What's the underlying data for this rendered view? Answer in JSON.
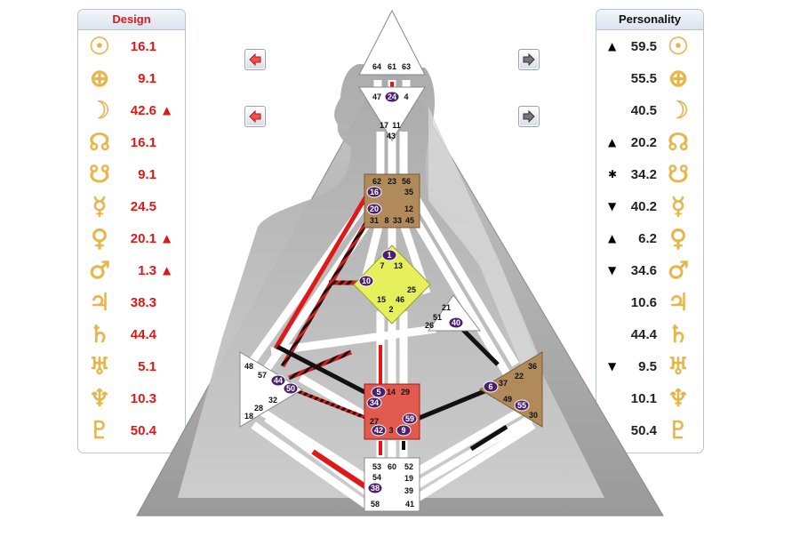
{
  "design": {
    "title": "Design",
    "rows": [
      {
        "glyph": "☉",
        "icon": "sun-icon",
        "value": "16.1",
        "mark": ""
      },
      {
        "glyph": "⊕",
        "icon": "earth-icon",
        "value": "9.1",
        "mark": ""
      },
      {
        "glyph": "☽",
        "icon": "moon-icon",
        "value": "42.6",
        "mark": "▲"
      },
      {
        "glyph": "☊",
        "icon": "north-node-icon",
        "value": "16.1",
        "mark": ""
      },
      {
        "glyph": "☋",
        "icon": "south-node-icon",
        "value": "9.1",
        "mark": ""
      },
      {
        "glyph": "☿",
        "icon": "mercury-icon",
        "value": "24.5",
        "mark": ""
      },
      {
        "glyph": "♀",
        "icon": "venus-icon",
        "value": "20.1",
        "mark": "▲"
      },
      {
        "glyph": "♂",
        "icon": "mars-icon",
        "value": "1.3",
        "mark": "▲"
      },
      {
        "glyph": "♃",
        "icon": "jupiter-icon",
        "value": "38.3",
        "mark": ""
      },
      {
        "glyph": "♄",
        "icon": "saturn-icon",
        "value": "44.4",
        "mark": ""
      },
      {
        "glyph": "♅",
        "icon": "uranus-icon",
        "value": "5.1",
        "mark": ""
      },
      {
        "glyph": "♆",
        "icon": "neptune-icon",
        "value": "10.3",
        "mark": ""
      },
      {
        "glyph": "♇",
        "icon": "pluto-icon",
        "value": "50.4",
        "mark": ""
      }
    ]
  },
  "personality": {
    "title": "Personality",
    "rows": [
      {
        "glyph": "☉",
        "icon": "sun-icon",
        "value": "59.5",
        "mark": "▲"
      },
      {
        "glyph": "⊕",
        "icon": "earth-icon",
        "value": "55.5",
        "mark": ""
      },
      {
        "glyph": "☽",
        "icon": "moon-icon",
        "value": "40.5",
        "mark": ""
      },
      {
        "glyph": "☊",
        "icon": "north-node-icon",
        "value": "20.2",
        "mark": "▲"
      },
      {
        "glyph": "☋",
        "icon": "south-node-icon",
        "value": "34.2",
        "mark": "✱"
      },
      {
        "glyph": "☿",
        "icon": "mercury-icon",
        "value": "40.2",
        "mark": "▼"
      },
      {
        "glyph": "♀",
        "icon": "venus-icon",
        "value": "6.2",
        "mark": "▲"
      },
      {
        "glyph": "♂",
        "icon": "mars-icon",
        "value": "34.6",
        "mark": "▼"
      },
      {
        "glyph": "♃",
        "icon": "jupiter-icon",
        "value": "10.6",
        "mark": ""
      },
      {
        "glyph": "♄",
        "icon": "saturn-icon",
        "value": "44.4",
        "mark": ""
      },
      {
        "glyph": "♅",
        "icon": "uranus-icon",
        "value": "9.5",
        "mark": "▼"
      },
      {
        "glyph": "♆",
        "icon": "neptune-icon",
        "value": "10.1",
        "mark": ""
      },
      {
        "glyph": "♇",
        "icon": "pluto-icon",
        "value": "50.4",
        "mark": ""
      }
    ]
  },
  "nav": {
    "left_icons": [
      "red-left-arrow-icon",
      "red-left-arrow-icon"
    ],
    "right_icons": [
      "gray-right-arrow-icon",
      "gray-right-arrow-icon"
    ]
  },
  "bodygraph": {
    "gates": {
      "head": [
        "64",
        "61",
        "63"
      ],
      "ajna": [
        "47",
        "24",
        "4",
        "17",
        "11",
        "43"
      ],
      "throat": [
        "62",
        "23",
        "56",
        "16",
        "35",
        "20",
        "12",
        "31",
        "8",
        "33",
        "45"
      ],
      "g": [
        "1",
        "7",
        "13",
        "10",
        "25",
        "15",
        "46",
        "2"
      ],
      "ego": [
        "21",
        "51",
        "26",
        "40"
      ],
      "spleen": [
        "48",
        "57",
        "44",
        "50",
        "32",
        "28",
        "18"
      ],
      "sacral": [
        "5",
        "14",
        "29",
        "34",
        "27",
        "59",
        "42",
        "3",
        "9"
      ],
      "solar_plexus": [
        "36",
        "22",
        "6",
        "37",
        "49",
        "55",
        "30"
      ],
      "root": [
        "53",
        "60",
        "52",
        "54",
        "19",
        "38",
        "39",
        "58",
        "41"
      ]
    },
    "activated_gates": [
      "24",
      "16",
      "20",
      "1",
      "10",
      "40",
      "44",
      "50",
      "5",
      "34",
      "59",
      "42",
      "9",
      "6",
      "55",
      "38"
    ],
    "colors": {
      "design": "#e01818",
      "personality": "#111111",
      "head": "#ffffff",
      "ajna": "#ffffff",
      "throat": "#b08a5a",
      "g": "#e6ef5c",
      "sacral": "#e05a4e",
      "solar_plexus": "#b08a5a",
      "gate_badge": "#4a1f6e"
    }
  }
}
